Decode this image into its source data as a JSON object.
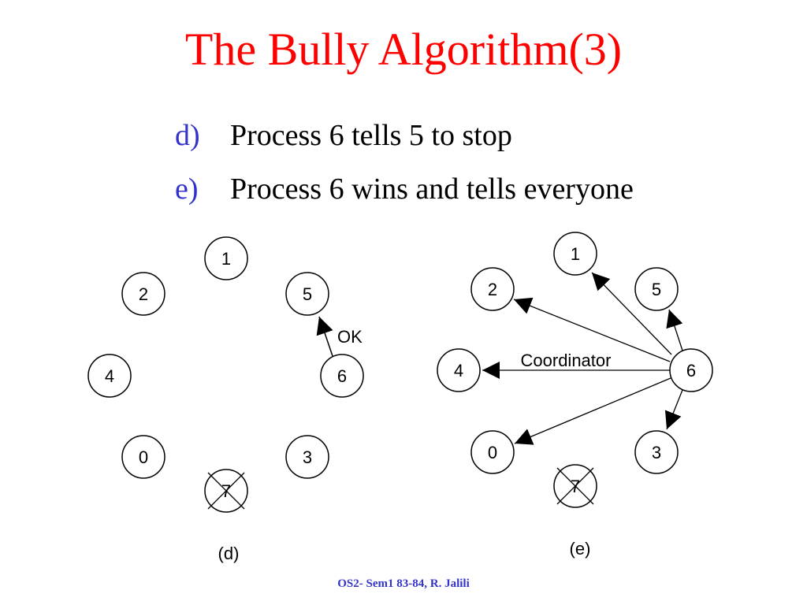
{
  "title": "The Bully Algorithm(3)",
  "colors": {
    "title": "#ff0000",
    "bullet_marker": "#3333cc",
    "footer": "#3333cc",
    "line": "#000000"
  },
  "bullets": [
    {
      "marker": "d)",
      "text": "Process 6 tells 5 to stop"
    },
    {
      "marker": "e)",
      "text": "Process 6 wins and tells everyone"
    }
  ],
  "diagram_d": {
    "caption": "(d)",
    "nodes": {
      "n1": "1",
      "n2": "2",
      "n5": "5",
      "n4": "4",
      "n6": "6",
      "n0": "0",
      "n3": "3",
      "n7": "7"
    },
    "crashed": [
      "n7"
    ],
    "message_label": "OK"
  },
  "diagram_e": {
    "caption": "(e)",
    "nodes": {
      "n1": "1",
      "n2": "2",
      "n5": "5",
      "n4": "4",
      "n6": "6",
      "n0": "0",
      "n3": "3",
      "n7": "7"
    },
    "crashed": [
      "n7"
    ],
    "message_label": "Coordinator"
  },
  "footer": "OS2- Sem1 83-84, R. Jalili"
}
